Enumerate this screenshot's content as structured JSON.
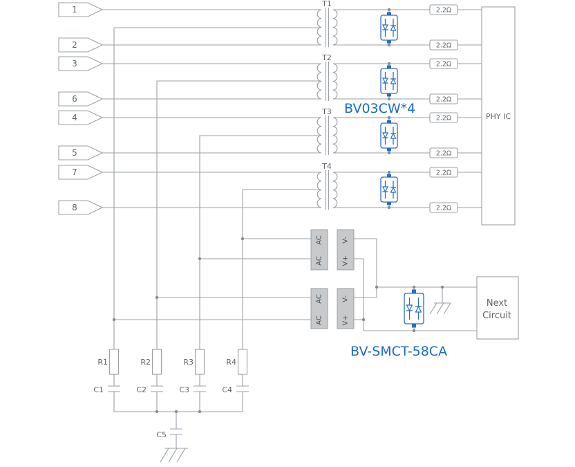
{
  "colors": {
    "accent_blue": "#1a6cc7",
    "line_gray": "#9aa0a5",
    "text_gray": "#5f6368",
    "bridge_fill": "#c7c9cb"
  },
  "pins": [
    {
      "label": "1"
    },
    {
      "label": "2"
    },
    {
      "label": "3"
    },
    {
      "label": "6"
    },
    {
      "label": "4"
    },
    {
      "label": "5"
    },
    {
      "label": "7"
    },
    {
      "label": "8"
    }
  ],
  "transformers": [
    {
      "name": "T1"
    },
    {
      "name": "T2"
    },
    {
      "name": "T3"
    },
    {
      "name": "T4"
    }
  ],
  "series_resistors": {
    "values": [
      "2.2Ω",
      "2.2Ω",
      "2.2Ω",
      "2.2Ω",
      "2.2Ω",
      "2.2Ω",
      "2.2Ω",
      "2.2Ω"
    ]
  },
  "bridges": [
    {
      "in1": "AC",
      "in2": "AC",
      "out1": "V-",
      "out2": "V+"
    },
    {
      "in1": "AC",
      "in2": "AC",
      "out1": "V-",
      "out2": "V+"
    }
  ],
  "labels": {
    "tvs_array": "BV03CW*4",
    "surge_protector": "BV-SMCT-58CA",
    "phy": "PHY IC",
    "next_circuit_line1": "Next",
    "next_circuit_line2": "Circuit"
  },
  "termination": {
    "resistors": [
      "R1",
      "R2",
      "R3",
      "R4"
    ],
    "capacitors": [
      "C1",
      "C2",
      "C3",
      "C4"
    ],
    "center_capacitor": "C5"
  }
}
